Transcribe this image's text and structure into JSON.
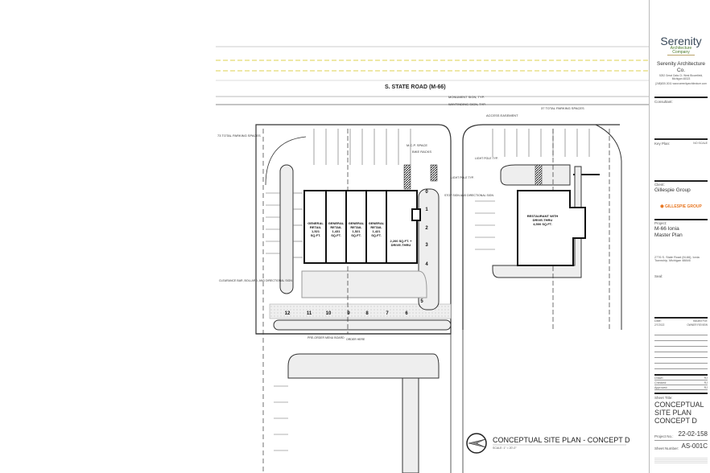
{
  "road": {
    "name": "S. STATE ROAD (M-66)"
  },
  "annotations": {
    "parking_left": "73 TOTAL PARKING SPACES",
    "parking_right": "37 TOTAL PARKING SPACES",
    "monument_sign": "MONUMENT SIGN, TYP.",
    "wayfinding_sign": "WAYFINDING SIGN, TYP.",
    "access_easement": "ACCESS EASEMENT",
    "mcp_space": "M.C.P. SPACE",
    "bike_racks": "BIKE RACKS",
    "light_pole": "LIGHT POLE TYP.",
    "light_pole_2": "LIGHT POLE TYP.",
    "stop_sign": "STOP SIGN AND DIRECTIONAL SIGN",
    "clearance_bar": "CLEARANCE BAR, BOLLARD, AND DIRECTIONAL SIGN",
    "pre_order": "PRE-ORDER MENU BOARD",
    "order_here": "ORDER HERE"
  },
  "buildings": {
    "retail_units": [
      {
        "label": "GENERAL RETAIL",
        "area": "1,521 SQ.FT."
      },
      {
        "label": "GENERAL RETAIL",
        "area": "1,431 SQ.FT."
      },
      {
        "label": "GENERAL RETAIL",
        "area": "1,521 SQ.FT."
      },
      {
        "label": "GENERAL RETAIL",
        "area": "1,421 SQ.FT."
      }
    ],
    "drive_thru_unit": {
      "label": "2,200 SQ.FT. + DRIVE-THRU"
    },
    "restaurant": {
      "label": "RESTAURANT WITH DRIVE-THRU",
      "area": "4,500 SQ.FT."
    }
  },
  "queue_numbers": [
    "0",
    "1",
    "2",
    "3",
    "4",
    "5",
    "6",
    "7",
    "8",
    "9",
    "10",
    "11",
    "12"
  ],
  "drawing": {
    "title": "CONCEPTUAL SITE PLAN - CONCEPT D",
    "scale": "SCALE: 1\" = 20'-0\""
  },
  "title_block": {
    "logo_name": "Serenity",
    "logo_sub": "Architecture Company",
    "firm_name": "Serenity Architecture Co.",
    "firm_address": "5252 Great Oaks Ct. West Bloomfield, Michigan 48323",
    "firm_contact": "(248)830-3011 www.serenityarchitecture.com",
    "consultant_label": "Consultant:",
    "key_plan_label": "Key Plan:",
    "key_plan_scale": "NO SCALE",
    "client_label": "Client:",
    "client_name": "Gillespie Group",
    "client_logo": "GILLESPIE GROUP",
    "project_label": "Project:",
    "project_name": "M-66 Ionia Master Plan",
    "project_address": "2776 S. State Road (M-66), Ionia Township, Michigan 48846",
    "seal_label": "Seal:",
    "date_label": "Date:",
    "issued_label": "Issued For:",
    "issue_date": "2/7/2022",
    "issue_for": "OWNER REVIEW",
    "drawn_label": "Drawn:",
    "drawn_value": "RJ",
    "checked_label": "Checked:",
    "checked_value": "RJ",
    "approved_label": "Approved:",
    "approved_value": "RJ",
    "sheet_title_label": "Sheet Title:",
    "sheet_title": "CONCEPTUAL SITE PLAN CONCEPT D",
    "project_no_label": "Project No.:",
    "project_no": "22-02-158",
    "sheet_number_label": "Sheet Number:",
    "sheet_number": "AS-001C"
  },
  "colors": {
    "road_center": "#e8e08a",
    "logo_green": "#4a7a2a",
    "client_orange": "#e87722",
    "hatch": "#e6e6e6"
  }
}
